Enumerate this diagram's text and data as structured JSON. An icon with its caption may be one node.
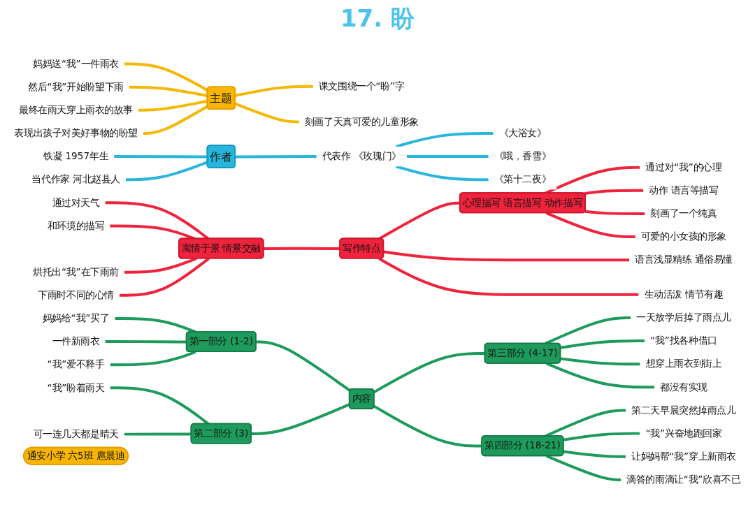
{
  "diagram": {
    "title": "17. 盼",
    "nodes": [
      {
        "text": [
          "主题"
        ]
      },
      {
        "text": [
          "妈妈送“我”一件雨衣"
        ]
      },
      {
        "text": [
          "然后“我”开始盼望下雨"
        ]
      },
      {
        "text": [
          "最终在雨天穿上雨衣的故事"
        ]
      },
      {
        "text": [
          "课文围绕一个“盼”字"
        ]
      },
      {
        "text": [
          "刻画了天真可爱的儿童形象"
        ]
      },
      {
        "text": [
          "表现出孩子对美好事物的盼望"
        ]
      },
      {
        "text": [
          "作者"
        ]
      },
      {
        "text": [
          "铁凝 1957年生"
        ]
      },
      {
        "text": [
          "当代作家 河北赵县人"
        ]
      },
      {
        "text": [
          "代表作 《玫瑰门》"
        ]
      },
      {
        "text": [
          "《大浴女》"
        ]
      },
      {
        "text": [
          "《哦，香雪》"
        ]
      },
      {
        "text": [
          "《第十二夜》"
        ]
      },
      {
        "text": [
          "写作特点"
        ]
      },
      {
        "text": [
          "寓情于景 情景交融"
        ]
      },
      {
        "text": [
          "通过对天气"
        ]
      },
      {
        "text": [
          "和环境的描写"
        ]
      },
      {
        "text": [
          "烘托出“我”在下雨前"
        ]
      },
      {
        "text": [
          "下雨时不同的心情"
        ]
      },
      {
        "text": [
          "心理描写 语言描写 动作描写"
        ]
      },
      {
        "text": [
          "通过对“我”的心理"
        ]
      },
      {
        "text": [
          "动作 语言等描写"
        ]
      },
      {
        "text": [
          "刻画了一个纯真"
        ]
      },
      {
        "text": [
          "可爱的小女孩的形象"
        ]
      },
      {
        "text": [
          "语言浅显精练 通俗易懂"
        ]
      },
      {
        "text": [
          "生动活泼 情节有趣"
        ]
      },
      {
        "text": [
          "内容"
        ]
      },
      {
        "text": [
          "第一部分 (1-2)"
        ]
      },
      {
        "text": [
          "妈妈给“我”买了"
        ]
      },
      {
        "text": [
          "一件新雨衣"
        ]
      },
      {
        "text": [
          "“我”爱不释手"
        ]
      },
      {
        "text": [
          "第二部分 (3)"
        ]
      },
      {
        "text": [
          "“我”盼着雨天"
        ]
      },
      {
        "text": [
          "可一连几天都是晴天"
        ]
      },
      {
        "text": [
          "第三部分 (4-17)"
        ]
      },
      {
        "text": [
          "一天放学后掉了雨点儿"
        ]
      },
      {
        "text": [
          "“我”找各种借口"
        ]
      },
      {
        "text": [
          "想穿上雨衣到街上"
        ]
      },
      {
        "text": [
          "都没有实现"
        ]
      },
      {
        "text": [
          "第四部分 (18-21)"
        ]
      },
      {
        "text": [
          "第二天早晨突然掉雨点儿"
        ]
      },
      {
        "text": [
          "“我”兴奋地跑回家"
        ]
      },
      {
        "text": [
          "让妈妈帮“我”穿上新雨衣"
        ]
      },
      {
        "text": [
          "滴答的雨滴让“我”欣喜不已"
        ]
      },
      {
        "text": [
          "通安小学 六5班 扈晨迪"
        ]
      }
    ],
    "edges": [
      {
        "from": 1,
        "to": 0,
        "arrow": "none",
        "color": "#f5b800"
      },
      {
        "from": 2,
        "to": 0,
        "arrow": "none",
        "color": "#f5b800"
      },
      {
        "from": 3,
        "to": 0,
        "arrow": "none",
        "color": "#f5b800"
      },
      {
        "from": 0,
        "to": 4,
        "arrow": "none",
        "color": "#f5b800"
      },
      {
        "from": 0,
        "to": 5,
        "arrow": "none",
        "color": "#f5b800"
      },
      {
        "from": 6,
        "to": 0,
        "arrow": "none",
        "color": "#f5b800"
      },
      {
        "from": 8,
        "to": 7,
        "arrow": "none",
        "color": "#29b6dc"
      },
      {
        "from": 9,
        "to": 7,
        "arrow": "none",
        "color": "#29b6dc"
      },
      {
        "from": 7,
        "to": 10,
        "arrow": "none",
        "color": "#29b6dc"
      },
      {
        "from": 10,
        "to": 11,
        "arrow": "none",
        "color": "#29b6dc"
      },
      {
        "from": 10,
        "to": 12,
        "arrow": "none",
        "color": "#29b6dc"
      },
      {
        "from": 10,
        "to": 13,
        "arrow": "none",
        "color": "#29b6dc"
      },
      {
        "from": 15,
        "to": 14,
        "arrow": "none",
        "color": "#f0233c"
      },
      {
        "from": 16,
        "to": 15,
        "arrow": "none",
        "color": "#f0233c"
      },
      {
        "from": 17,
        "to": 15,
        "arrow": "none",
        "color": "#f0233c"
      },
      {
        "from": 18,
        "to": 15,
        "arrow": "none",
        "color": "#f0233c"
      },
      {
        "from": 19,
        "to": 15,
        "arrow": "none",
        "color": "#f0233c"
      },
      {
        "from": 14,
        "to": 20,
        "arrow": "none",
        "color": "#f0233c"
      },
      {
        "from": 20,
        "to": 21,
        "arrow": "none",
        "color": "#f0233c"
      },
      {
        "from": 20,
        "to": 22,
        "arrow": "none",
        "color": "#f0233c"
      },
      {
        "from": 20,
        "to": 23,
        "arrow": "none",
        "color": "#f0233c"
      },
      {
        "from": 20,
        "to": 24,
        "arrow": "none",
        "color": "#f0233c"
      },
      {
        "from": 14,
        "to": 25,
        "arrow": "none",
        "color": "#f0233c"
      },
      {
        "from": 14,
        "to": 26,
        "arrow": "none",
        "color": "#f0233c"
      },
      {
        "from": 28,
        "to": 27,
        "arrow": "none"
      },
      {
        "from": 29,
        "to": 28,
        "arrow": "none"
      },
      {
        "from": 30,
        "to": 28,
        "arrow": "none"
      },
      {
        "from": 31,
        "to": 28,
        "arrow": "none"
      },
      {
        "from": 32,
        "to": 27,
        "arrow": "none"
      },
      {
        "from": 33,
        "to": 32,
        "arrow": "none"
      },
      {
        "from": 34,
        "to": 32,
        "arrow": "none"
      },
      {
        "from": 27,
        "to": 35,
        "arrow": "none"
      },
      {
        "from": 35,
        "to": 36,
        "arrow": "none"
      },
      {
        "from": 35,
        "to": 37,
        "arrow": "none"
      },
      {
        "from": 35,
        "to": 38,
        "arrow": "none"
      },
      {
        "from": 35,
        "to": 39,
        "arrow": "none"
      },
      {
        "from": 27,
        "to": 40,
        "arrow": "none"
      },
      {
        "from": 40,
        "to": 41,
        "arrow": "none"
      },
      {
        "from": 40,
        "to": 42,
        "arrow": "none"
      },
      {
        "from": 40,
        "to": 43,
        "arrow": "none"
      },
      {
        "from": 40,
        "to": 44,
        "arrow": "none"
      }
    ]
  }
}
